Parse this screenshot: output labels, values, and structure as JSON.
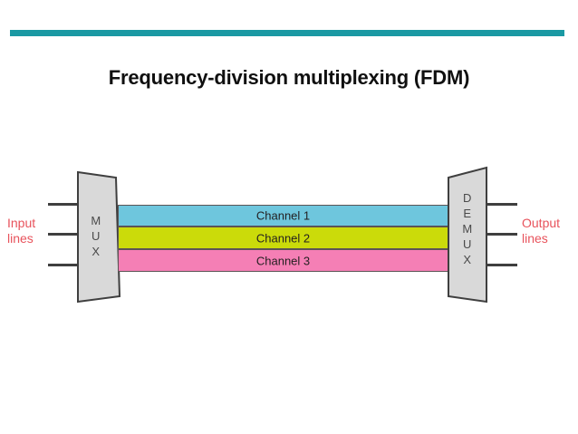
{
  "slide": {
    "title": "Frequency-division multiplexing (FDM)",
    "accent_color": "#1a99a3",
    "background": "#ffffff"
  },
  "diagram": {
    "mux": {
      "letters": "M\nU\nX",
      "fill": "#d9d9d9",
      "stroke": "#3f3f3f"
    },
    "demux": {
      "letters": "D\nE\nM\nU\nX",
      "fill": "#d9d9d9",
      "stroke": "#3f3f3f"
    },
    "input_label": "Input\nlines",
    "output_label": "Output\nlines",
    "label_color": "#e8535c",
    "wire_color": "#3f3f3f",
    "input_wires": 3,
    "output_wires": 3,
    "channels": [
      {
        "label": "Channel 1",
        "color": "#6ec6dd"
      },
      {
        "label": "Channel 2",
        "color": "#cbdb0a"
      },
      {
        "label": "Channel 3",
        "color": "#f57fb5"
      }
    ]
  }
}
